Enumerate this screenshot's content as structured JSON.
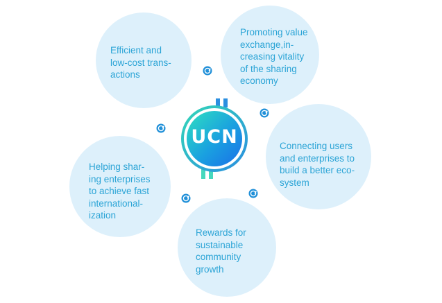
{
  "center": {
    "label": "UCN"
  },
  "bubbles": [
    {
      "id": "efficient",
      "text": "Efficient and\nlow-cost trans-\nactions"
    },
    {
      "id": "promoting",
      "text": "Promoting value\nexchange,in-\ncreasing vitality\nof the sharing\neconomy"
    },
    {
      "id": "connecting",
      "text": "Connecting users\nand enterprises to\nbuild a better eco-\nsystem"
    },
    {
      "id": "helping",
      "text": "Helping shar-\ning enterprises\nto achieve fast\ninternational-\nization"
    },
    {
      "id": "rewards",
      "text": "Rewards for\nsustainable\ncommunity\ngrowth"
    }
  ],
  "colors": {
    "bubble_fill": "#ddf0fb",
    "text": "#2ba4d6",
    "coin_gradient_start": "#2ee0c0",
    "coin_gradient_end": "#1a6fe8",
    "coin_ring": "#2cc6b4"
  },
  "icons": [
    "coin-icon",
    "coin-icon",
    "coin-icon",
    "coin-icon",
    "coin-icon",
    "coin-icon"
  ]
}
